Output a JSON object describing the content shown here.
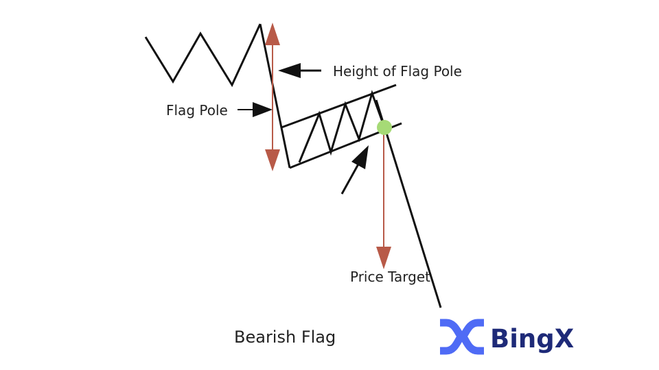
{
  "diagram": {
    "title": "Bearish Flag",
    "labels": {
      "height_of_flag_pole": "Height of Flag Pole",
      "flag_pole": "Flag Pole",
      "price_target": "Price Target"
    },
    "colors": {
      "line": "#111111",
      "measure_arrow": "#B85A48",
      "breakout_point": "#A6DA76",
      "text": "#222222"
    }
  },
  "brand": {
    "name": "BingX",
    "mark_color": "#4F6BF5",
    "text_color": "#1E2A78"
  }
}
